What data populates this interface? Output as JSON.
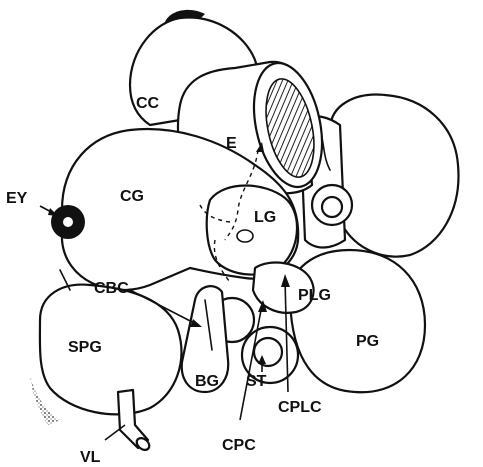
{
  "labels": {
    "cc": "CC",
    "e": "E",
    "ey": "EY",
    "cg": "CG",
    "lg": "LG",
    "cbc": "CBC",
    "plg": "PLG",
    "spg": "SPG",
    "pg": "PG",
    "bg": "BG",
    "st": "ST",
    "cplc": "CPLC",
    "vl": "VL",
    "cpc": "CPC"
  },
  "colors": {
    "ink": "#111111",
    "paper": "#ffffff",
    "shade": "#3a3a3a"
  }
}
